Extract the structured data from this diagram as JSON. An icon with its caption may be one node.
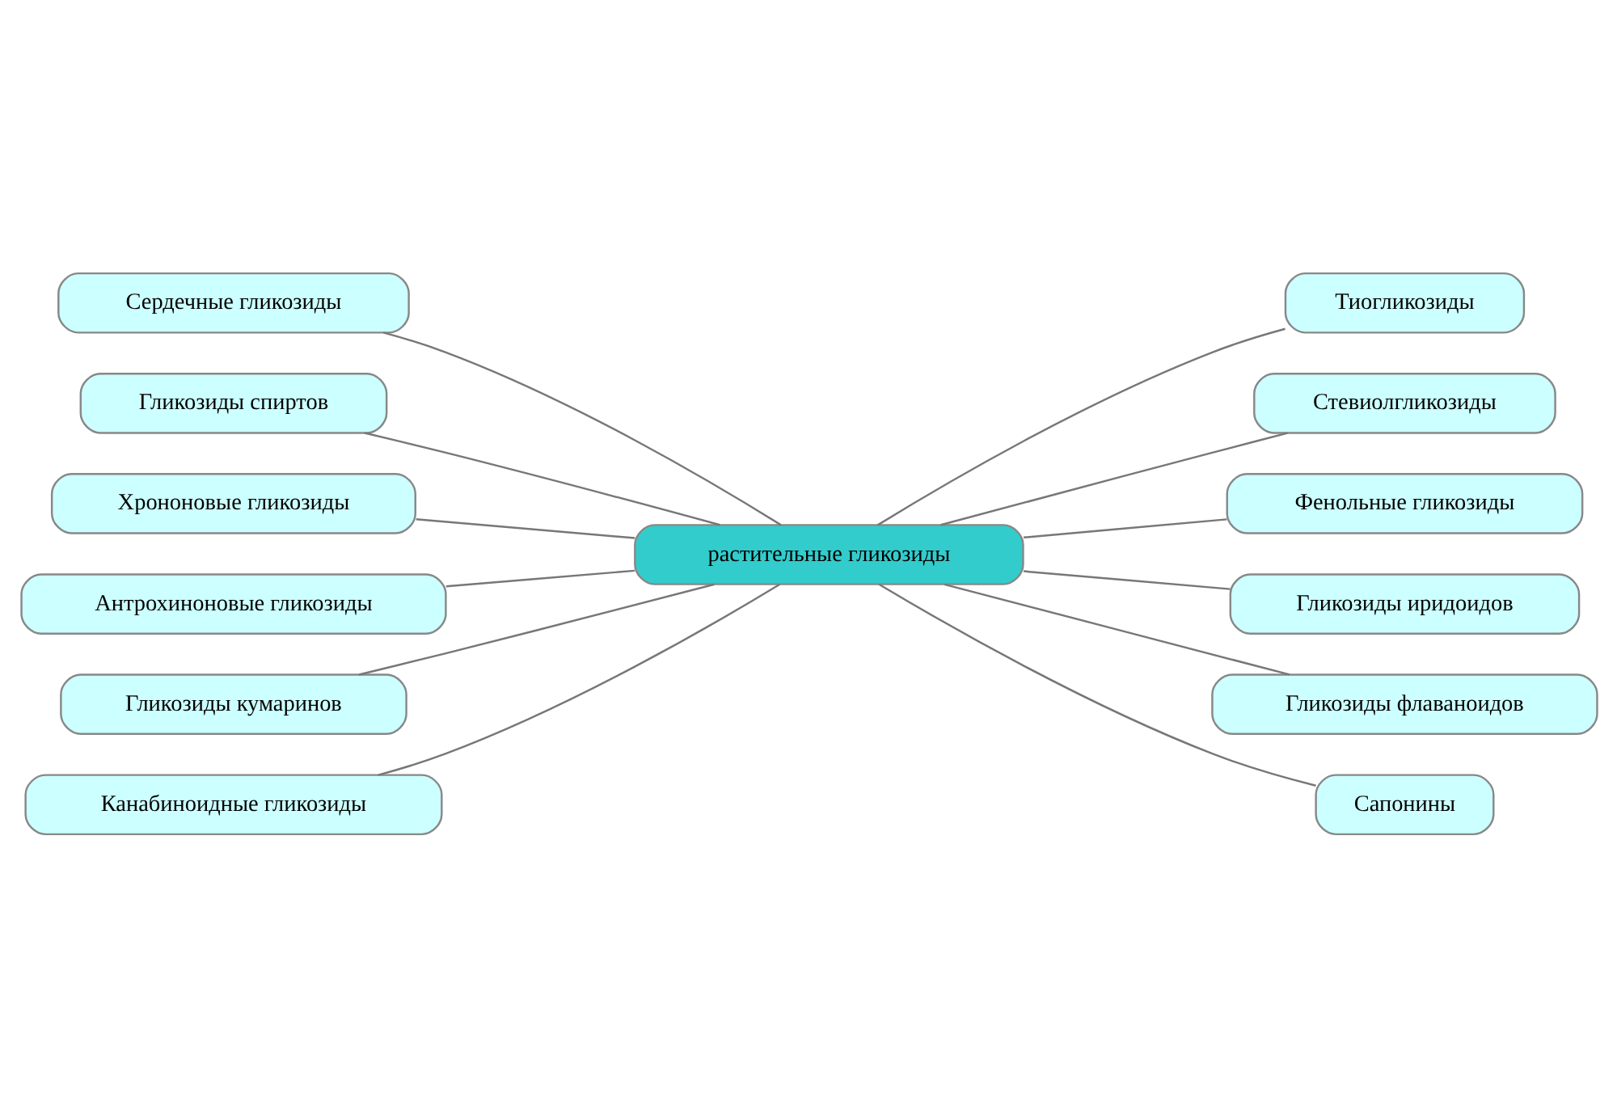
{
  "diagram": {
    "nodes": [
      {
        "text": [
          "растительные гликозиды"
        ]
      },
      {
        "text": [
          "Сердечные гликозиды"
        ]
      },
      {
        "text": [
          "Гликозиды спиртов"
        ]
      },
      {
        "text": [
          "Хрононовые гликозиды"
        ]
      },
      {
        "text": [
          "Антрохиноновые гликозиды"
        ]
      },
      {
        "text": [
          "Гликозиды кумаринов"
        ]
      },
      {
        "text": [
          "Канабиноидные гликозиды"
        ]
      },
      {
        "text": [
          "Тиогликозиды"
        ]
      },
      {
        "text": [
          "Стевиолгликозиды"
        ]
      },
      {
        "text": [
          "Фенольные гликозиды"
        ]
      },
      {
        "text": [
          "Гликозиды иридоидов"
        ]
      },
      {
        "text": [
          "Гликозиды флаваноидов"
        ]
      },
      {
        "text": [
          "Сапонины"
        ]
      }
    ],
    "edges": [
      {
        "from": 1,
        "to": 0,
        "arrow": "none"
      },
      {
        "from": 2,
        "to": 0,
        "arrow": "none"
      },
      {
        "from": 3,
        "to": 0,
        "arrow": "none"
      },
      {
        "from": 4,
        "to": 0,
        "arrow": "none"
      },
      {
        "from": 5,
        "to": 0,
        "arrow": "none"
      },
      {
        "from": 6,
        "to": 0,
        "arrow": "none"
      },
      {
        "from": 0,
        "to": 7,
        "arrow": "none"
      },
      {
        "from": 0,
        "to": 8,
        "arrow": "none"
      },
      {
        "from": 0,
        "to": 9,
        "arrow": "none"
      },
      {
        "from": 0,
        "to": 10,
        "arrow": "none"
      },
      {
        "from": 0,
        "to": 11,
        "arrow": "none"
      },
      {
        "from": 0,
        "to": 12,
        "arrow": "none"
      }
    ]
  }
}
